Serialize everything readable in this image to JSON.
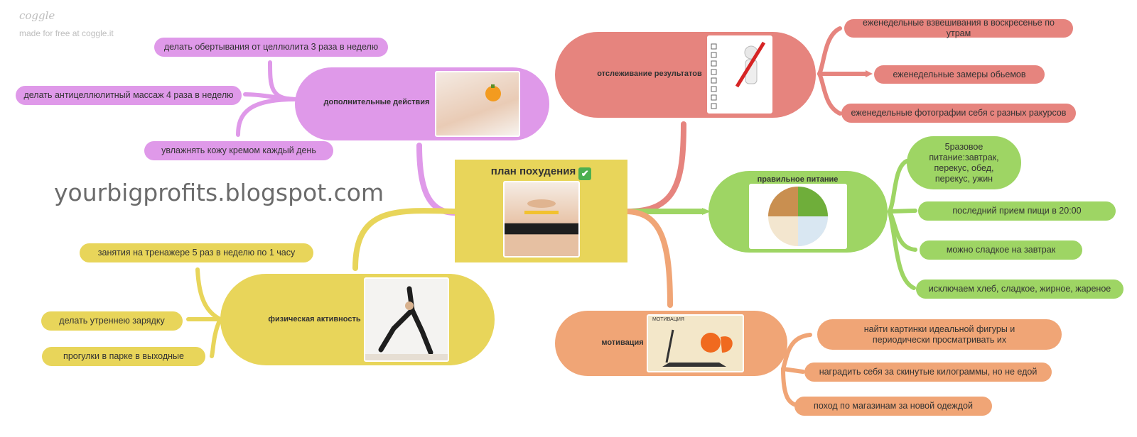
{
  "brand": {
    "logo": "coggle",
    "tagline": "made for free at coggle.it"
  },
  "watermark": "yourbigprofits.blogspot.com",
  "center": {
    "title": "план похудения",
    "icon": "check-mark-icon"
  },
  "colors": {
    "purple": "#df99e9",
    "red": "#e6847e",
    "green": "#9ed564",
    "orange": "#f0a576",
    "yellow": "#e8d55a"
  },
  "branches": {
    "extra": {
      "label": "дополнительные действия",
      "items": [
        "делать обертывания от целлюлита 3 раза в неделю",
        "делать антицеллюлитный массаж 4 раза в неделю",
        "увлажнять кожу кремом каждый день"
      ]
    },
    "tracking": {
      "label": "отслеживание результатов",
      "items": [
        "еженедельные взвешивания в воскресенье по утрам",
        "еженедельные замеры обьемов",
        "еженедельные фотографии себя с разных ракурсов"
      ]
    },
    "nutrition": {
      "label": "правильное питание",
      "items": [
        "5разовое питание:завтрак, перекус, обед, перекус, ужин",
        "последний прием пищи в 20:00",
        "можно сладкое на завтрак",
        "исключаем хлеб, сладкое, жирное, жареное"
      ]
    },
    "motivation": {
      "label": "мотивация",
      "image_caption": "МОТИВАЦИЯ",
      "items": [
        "найти картинки идеальной фигуры и периодически просматривать их",
        "наградить себя за скинутые килограммы, но не едой",
        "поход по магазинам за новой одеждой"
      ]
    },
    "activity": {
      "label": "физическая активность",
      "items": [
        "занятия на тренажере 5 раз в неделю по 1 часу",
        "делать утреннею зарядку",
        "прогулки в парке в выходные"
      ]
    }
  }
}
